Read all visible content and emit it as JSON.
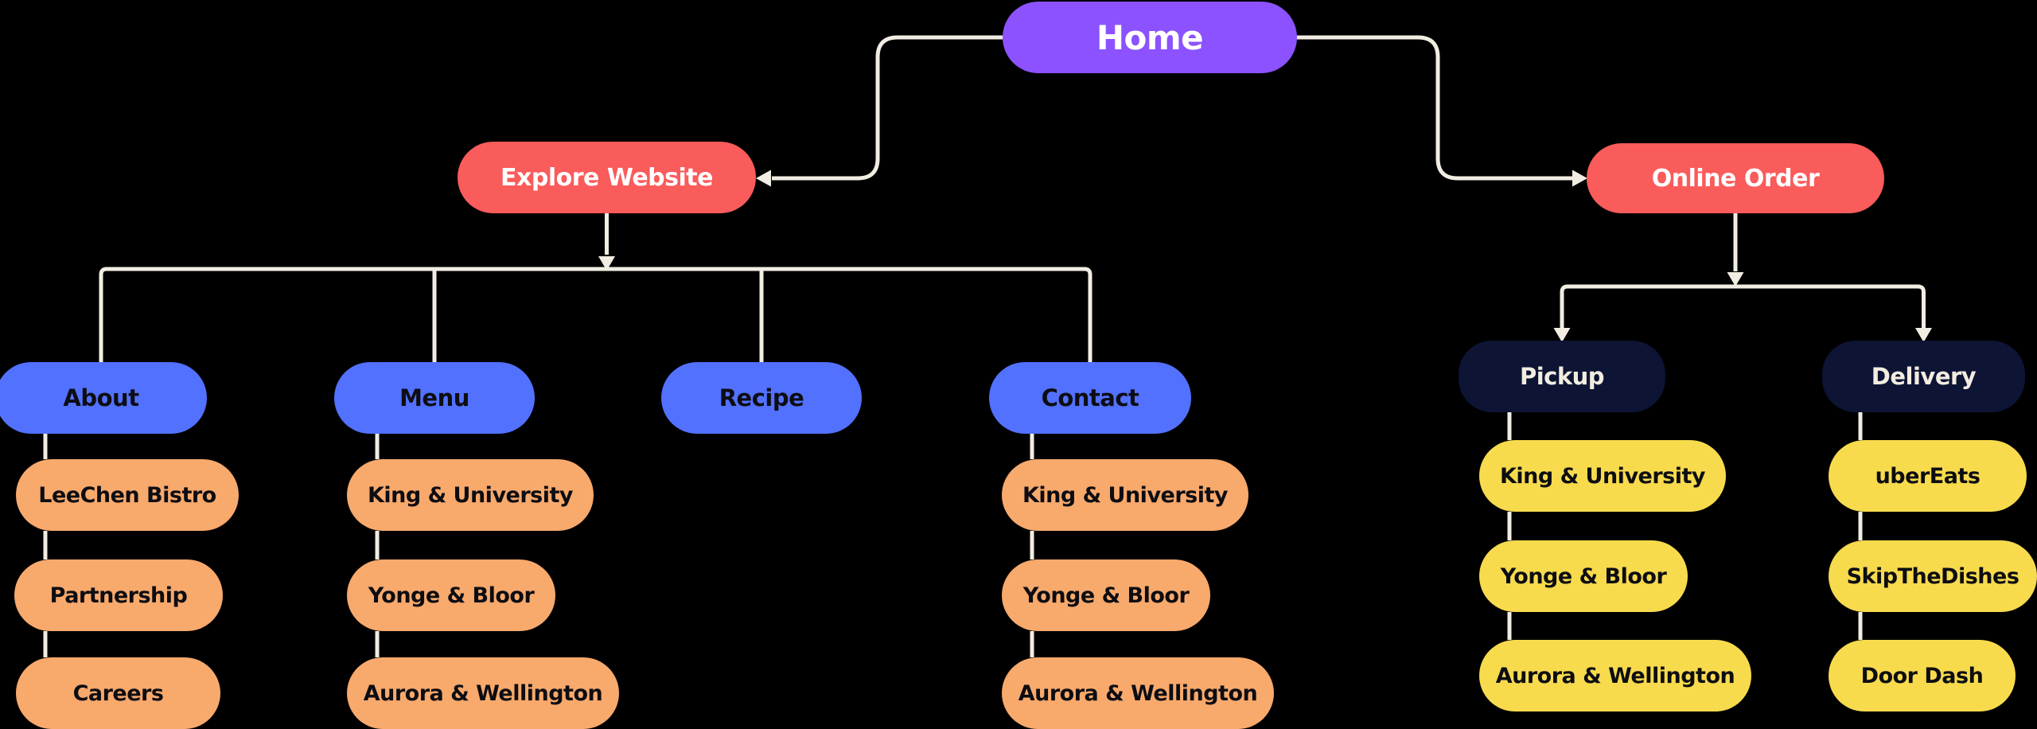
{
  "diagram": {
    "type": "sitemap-flowchart",
    "palette": {
      "background": "#000000",
      "purple": "#8C52FF",
      "red": "#FA5B5B",
      "blue": "#5271FF",
      "orange": "#F8A96C",
      "navy": "#0D1434",
      "yellow": "#F7DB4D",
      "connector": "#F2EDE2",
      "text_dark": "#0D0D12",
      "text_light": "#FFFFFF",
      "text_cream": "#F2EDE0"
    },
    "nodes": [
      {
        "id": "home",
        "label": "Home",
        "variant": "purple",
        "parent": null
      },
      {
        "id": "explore",
        "label": "Explore Website",
        "variant": "red",
        "parent": "home"
      },
      {
        "id": "online-order",
        "label": "Online Order",
        "variant": "red",
        "parent": "home"
      },
      {
        "id": "about",
        "label": "About",
        "variant": "blue",
        "parent": "explore"
      },
      {
        "id": "menu",
        "label": "Menu",
        "variant": "blue",
        "parent": "explore"
      },
      {
        "id": "recipe",
        "label": "Recipe",
        "variant": "blue",
        "parent": "explore"
      },
      {
        "id": "contact",
        "label": "Contact",
        "variant": "blue",
        "parent": "explore"
      },
      {
        "id": "about-leechen",
        "label": "LeeChen Bistro",
        "variant": "orange",
        "parent": "about"
      },
      {
        "id": "about-partnership",
        "label": "Partnership",
        "variant": "orange",
        "parent": "about"
      },
      {
        "id": "about-careers",
        "label": "Careers",
        "variant": "orange",
        "parent": "about"
      },
      {
        "id": "menu-king",
        "label": "King & University",
        "variant": "orange",
        "parent": "menu"
      },
      {
        "id": "menu-yonge",
        "label": "Yonge & Bloor",
        "variant": "orange",
        "parent": "menu"
      },
      {
        "id": "menu-aurora",
        "label": "Aurora & Wellington",
        "variant": "orange",
        "parent": "menu"
      },
      {
        "id": "contact-king",
        "label": "King & University",
        "variant": "orange",
        "parent": "contact"
      },
      {
        "id": "contact-yonge",
        "label": "Yonge & Bloor",
        "variant": "orange",
        "parent": "contact"
      },
      {
        "id": "contact-aurora",
        "label": "Aurora & Wellington",
        "variant": "orange",
        "parent": "contact"
      },
      {
        "id": "pickup",
        "label": "Pickup",
        "variant": "navy",
        "parent": "online-order"
      },
      {
        "id": "delivery",
        "label": "Delivery",
        "variant": "navy",
        "parent": "online-order"
      },
      {
        "id": "pickup-king",
        "label": "King & University",
        "variant": "yellow",
        "parent": "pickup"
      },
      {
        "id": "pickup-yonge",
        "label": "Yonge & Bloor",
        "variant": "yellow",
        "parent": "pickup"
      },
      {
        "id": "pickup-aurora",
        "label": "Aurora & Wellington",
        "variant": "yellow",
        "parent": "pickup"
      },
      {
        "id": "delivery-ubereats",
        "label": "uberEats",
        "variant": "yellow",
        "parent": "delivery"
      },
      {
        "id": "delivery-skip",
        "label": "SkipTheDishes",
        "variant": "yellow",
        "parent": "delivery"
      },
      {
        "id": "delivery-doordash",
        "label": "Door Dash",
        "variant": "yellow",
        "parent": "delivery"
      }
    ]
  }
}
